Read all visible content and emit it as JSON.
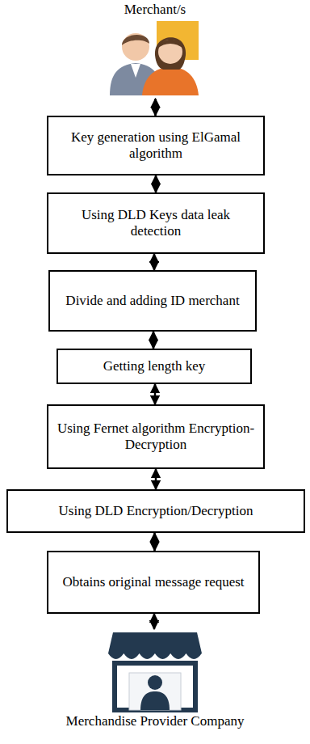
{
  "diagram": {
    "nodes": [
      {
        "text": [
          "Merchant/s"
        ]
      },
      {
        "text": [
          "Key generation using ElGamal algorithm"
        ]
      },
      {
        "text": [
          "Using DLD Keys data leak detection"
        ]
      },
      {
        "text": [
          "Divide and adding ID merchant"
        ]
      },
      {
        "text": [
          "Getting length key"
        ]
      },
      {
        "text": [
          "Using Fernet algorithm Encryption-Decryption"
        ]
      },
      {
        "text": [
          "Using DLD Encryption/Decryption"
        ]
      },
      {
        "text": [
          "Obtains original message request"
        ]
      },
      {
        "text": [
          "Merchandise Provider Company"
        ]
      }
    ],
    "edges": [
      {
        "from": 0,
        "to": 1,
        "arrow": "both"
      },
      {
        "from": 1,
        "to": 2,
        "arrow": "both"
      },
      {
        "from": 2,
        "to": 3,
        "arrow": "both"
      },
      {
        "from": 3,
        "to": 4,
        "arrow": "both"
      },
      {
        "from": 4,
        "to": 5,
        "arrow": "both"
      },
      {
        "from": 5,
        "to": 6,
        "arrow": "both"
      },
      {
        "from": 6,
        "to": 7,
        "arrow": "both"
      },
      {
        "from": 7,
        "to": 8,
        "arrow": "both"
      }
    ]
  }
}
